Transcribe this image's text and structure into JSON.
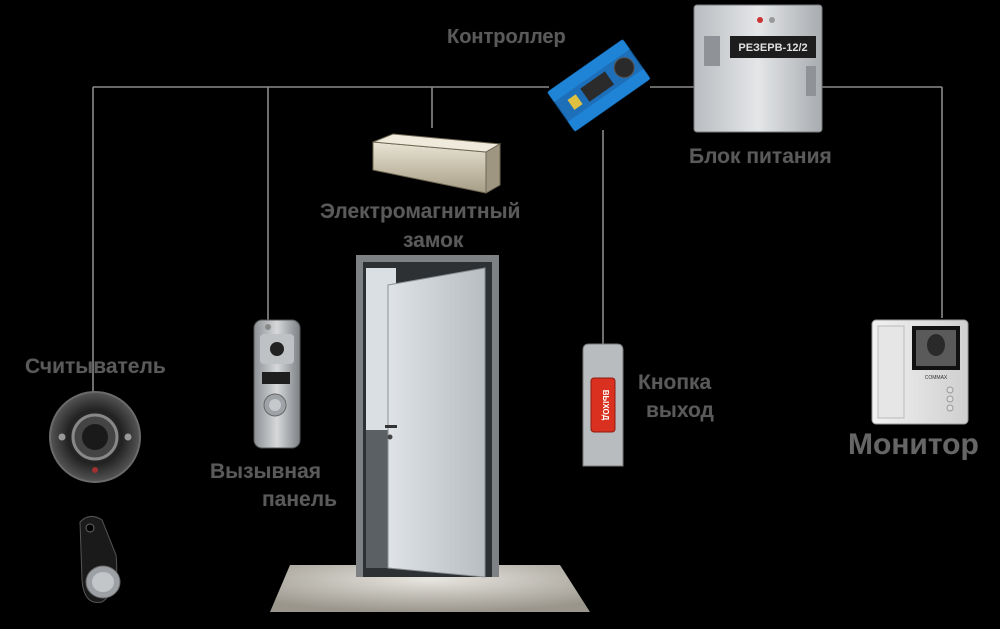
{
  "labels": {
    "controller": "Контроллер",
    "power_supply": "Блок питания",
    "lock_line1": "Электромагнитный",
    "lock_line2": "замок",
    "reader": "Считыватель",
    "call_panel_line1": "Вызывная",
    "call_panel_line2": "панель",
    "exit_button_line1": "Кнопка",
    "exit_button_line2": "выход",
    "monitor": "Монитор"
  },
  "device_text": {
    "power_supply_brand": "РЕЗЕРВ-12/2",
    "exit_button_text": "ВЫХОД",
    "monitor_brand": "COMMAX"
  },
  "colors": {
    "background": "#000000",
    "label": "#5a5a5a",
    "wire": "#8a8a8a",
    "controller_board": "#1c6fb8",
    "exit_button_red": "#d9301f"
  }
}
